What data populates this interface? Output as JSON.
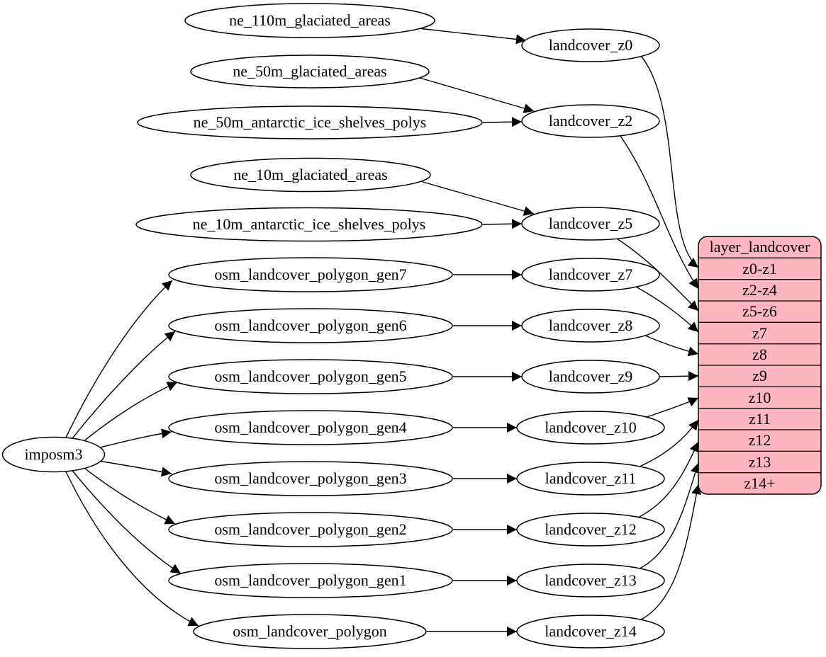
{
  "nodes": {
    "imposm3": {
      "label": "imposm3"
    },
    "ne_110m_glaciated_areas": {
      "label": "ne_110m_glaciated_areas"
    },
    "ne_50m_glaciated_areas": {
      "label": "ne_50m_glaciated_areas"
    },
    "ne_50m_antarctic_ice_shelves_polys": {
      "label": "ne_50m_antarctic_ice_shelves_polys"
    },
    "ne_10m_glaciated_areas": {
      "label": "ne_10m_glaciated_areas"
    },
    "ne_10m_antarctic_ice_shelves_polys": {
      "label": "ne_10m_antarctic_ice_shelves_polys"
    },
    "osm_landcover_polygon_gen7": {
      "label": "osm_landcover_polygon_gen7"
    },
    "osm_landcover_polygon_gen6": {
      "label": "osm_landcover_polygon_gen6"
    },
    "osm_landcover_polygon_gen5": {
      "label": "osm_landcover_polygon_gen5"
    },
    "osm_landcover_polygon_gen4": {
      "label": "osm_landcover_polygon_gen4"
    },
    "osm_landcover_polygon_gen3": {
      "label": "osm_landcover_polygon_gen3"
    },
    "osm_landcover_polygon_gen2": {
      "label": "osm_landcover_polygon_gen2"
    },
    "osm_landcover_polygon_gen1": {
      "label": "osm_landcover_polygon_gen1"
    },
    "osm_landcover_polygon": {
      "label": "osm_landcover_polygon"
    },
    "landcover_z0": {
      "label": "landcover_z0"
    },
    "landcover_z2": {
      "label": "landcover_z2"
    },
    "landcover_z5": {
      "label": "landcover_z5"
    },
    "landcover_z7": {
      "label": "landcover_z7"
    },
    "landcover_z8": {
      "label": "landcover_z8"
    },
    "landcover_z9": {
      "label": "landcover_z9"
    },
    "landcover_z10": {
      "label": "landcover_z10"
    },
    "landcover_z11": {
      "label": "landcover_z11"
    },
    "landcover_z12": {
      "label": "landcover_z12"
    },
    "landcover_z13": {
      "label": "landcover_z13"
    },
    "landcover_z14": {
      "label": "landcover_z14"
    }
  },
  "record": {
    "title": "layer_landcover",
    "rows": [
      "z0-z1",
      "z2-z4",
      "z5-z6",
      "z7",
      "z8",
      "z9",
      "z10",
      "z11",
      "z12",
      "z13",
      "z14+"
    ]
  },
  "edges": [
    {
      "from": "imposm3",
      "to": "osm_landcover_polygon_gen7"
    },
    {
      "from": "imposm3",
      "to": "osm_landcover_polygon_gen6"
    },
    {
      "from": "imposm3",
      "to": "osm_landcover_polygon_gen5"
    },
    {
      "from": "imposm3",
      "to": "osm_landcover_polygon_gen4"
    },
    {
      "from": "imposm3",
      "to": "osm_landcover_polygon_gen3"
    },
    {
      "from": "imposm3",
      "to": "osm_landcover_polygon_gen2"
    },
    {
      "from": "imposm3",
      "to": "osm_landcover_polygon_gen1"
    },
    {
      "from": "imposm3",
      "to": "osm_landcover_polygon"
    },
    {
      "from": "ne_110m_glaciated_areas",
      "to": "landcover_z0"
    },
    {
      "from": "ne_50m_glaciated_areas",
      "to": "landcover_z2"
    },
    {
      "from": "ne_50m_antarctic_ice_shelves_polys",
      "to": "landcover_z2"
    },
    {
      "from": "ne_10m_glaciated_areas",
      "to": "landcover_z5"
    },
    {
      "from": "ne_10m_antarctic_ice_shelves_polys",
      "to": "landcover_z5"
    },
    {
      "from": "osm_landcover_polygon_gen7",
      "to": "landcover_z7"
    },
    {
      "from": "osm_landcover_polygon_gen6",
      "to": "landcover_z8"
    },
    {
      "from": "osm_landcover_polygon_gen5",
      "to": "landcover_z9"
    },
    {
      "from": "osm_landcover_polygon_gen4",
      "to": "landcover_z10"
    },
    {
      "from": "osm_landcover_polygon_gen3",
      "to": "landcover_z11"
    },
    {
      "from": "osm_landcover_polygon_gen2",
      "to": "landcover_z12"
    },
    {
      "from": "osm_landcover_polygon_gen1",
      "to": "landcover_z13"
    },
    {
      "from": "osm_landcover_polygon",
      "to": "landcover_z14"
    },
    {
      "from": "landcover_z0",
      "to": "layer_landcover:z0-z1"
    },
    {
      "from": "landcover_z2",
      "to": "layer_landcover:z2-z4"
    },
    {
      "from": "landcover_z5",
      "to": "layer_landcover:z5-z6"
    },
    {
      "from": "landcover_z7",
      "to": "layer_landcover:z7"
    },
    {
      "from": "landcover_z8",
      "to": "layer_landcover:z8"
    },
    {
      "from": "landcover_z9",
      "to": "layer_landcover:z9"
    },
    {
      "from": "landcover_z10",
      "to": "layer_landcover:z10"
    },
    {
      "from": "landcover_z11",
      "to": "layer_landcover:z11"
    },
    {
      "from": "landcover_z12",
      "to": "layer_landcover:z12"
    },
    {
      "from": "landcover_z13",
      "to": "layer_landcover:z13"
    },
    {
      "from": "landcover_z14",
      "to": "layer_landcover:z14+"
    }
  ],
  "colors": {
    "record_fill": "#ffb6c1",
    "node_fill": "#ffffff",
    "stroke": "#000000",
    "text": "#000000",
    "background": "#ffffff"
  }
}
